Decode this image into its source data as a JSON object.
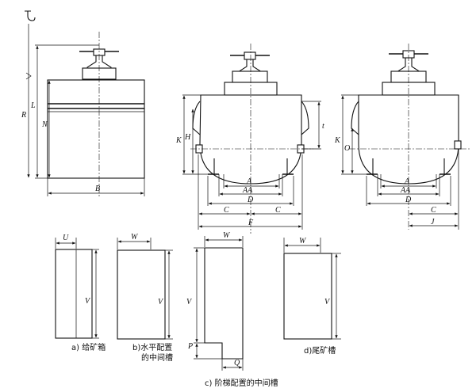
{
  "figure": {
    "labels": {
      "R": "R",
      "L": "L",
      "N": "N",
      "B": "B",
      "K": "K",
      "H": "H",
      "t": "t",
      "A": "A",
      "AA": "AA",
      "D": "D",
      "C": "C",
      "F": "F",
      "O": "O",
      "J": "J",
      "U": "U",
      "W": "W",
      "V": "V",
      "P": "P",
      "Q": "Q"
    },
    "captions": {
      "a": "a) 给矿箱",
      "b1": "b)水平配置",
      "b2": "的中间槽",
      "c": "c) 阶梯配置的中间槽",
      "d": "d)尾矿槽"
    }
  }
}
